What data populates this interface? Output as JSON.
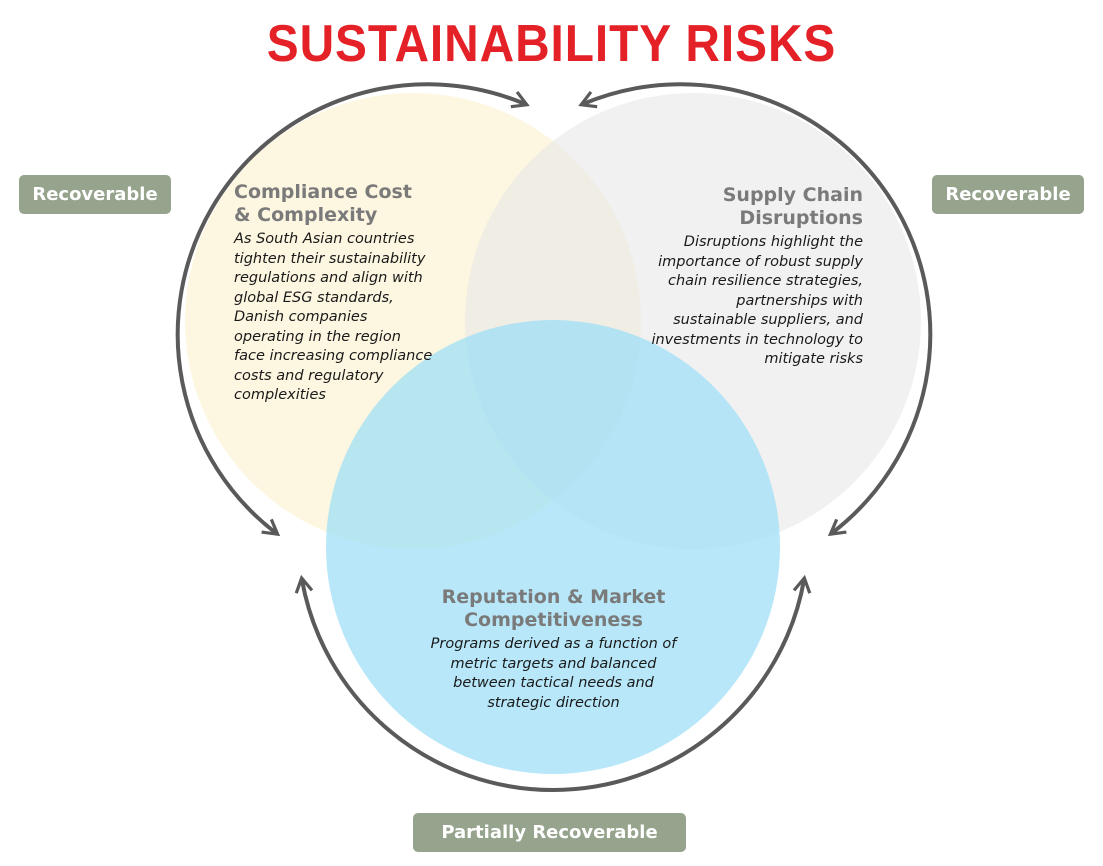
{
  "title": "SUSTAINABILITY RISKS",
  "badges": {
    "left": "Recoverable",
    "right": "Recoverable",
    "bottom": "Partially Recoverable"
  },
  "circles": {
    "compliance": {
      "heading": "Compliance Cost & Complexity",
      "body": "As South Asian countries tighten their sustainability regulations and align with global ESG standards, Danish companies operating in the region face increasing compliance costs and regulatory complexities",
      "color": "#fdf6dc"
    },
    "supply": {
      "heading": "Supply Chain Disruptions",
      "body": "Disruptions highlight the importance of robust supply chain resilience strategies, partnerships with sustainable suppliers, and investments in technology to mitigate risks",
      "color": "#efefef"
    },
    "reputation": {
      "heading": "Reputation & Market Competitiveness",
      "body": "Programs derived as a function of metric targets and balanced between tactical needs and strategic direction",
      "color": "#a6e2f5"
    }
  },
  "colors": {
    "title": "#e42127",
    "badge": "#96a38d",
    "arrow": "#5a5a5a"
  }
}
